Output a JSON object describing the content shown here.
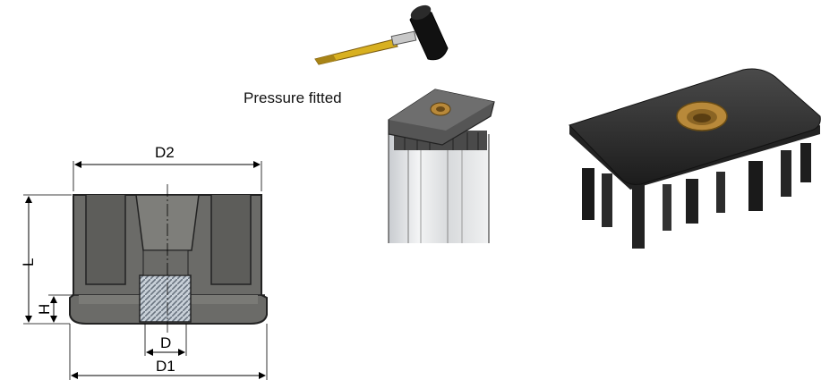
{
  "caption": "Pressure fitted",
  "dimensions": {
    "D2": "D2",
    "L": "L",
    "H": "H",
    "D": "D",
    "D1": "D1"
  },
  "colors": {
    "plastic_dark": "#3a3a3a",
    "plastic_section": "#6b6b68",
    "brass": "#b8893a",
    "thread_insert": "#c8d0d8",
    "hammer_handle": "#d8b020",
    "aluminium_profile": "#e6e8ea"
  }
}
